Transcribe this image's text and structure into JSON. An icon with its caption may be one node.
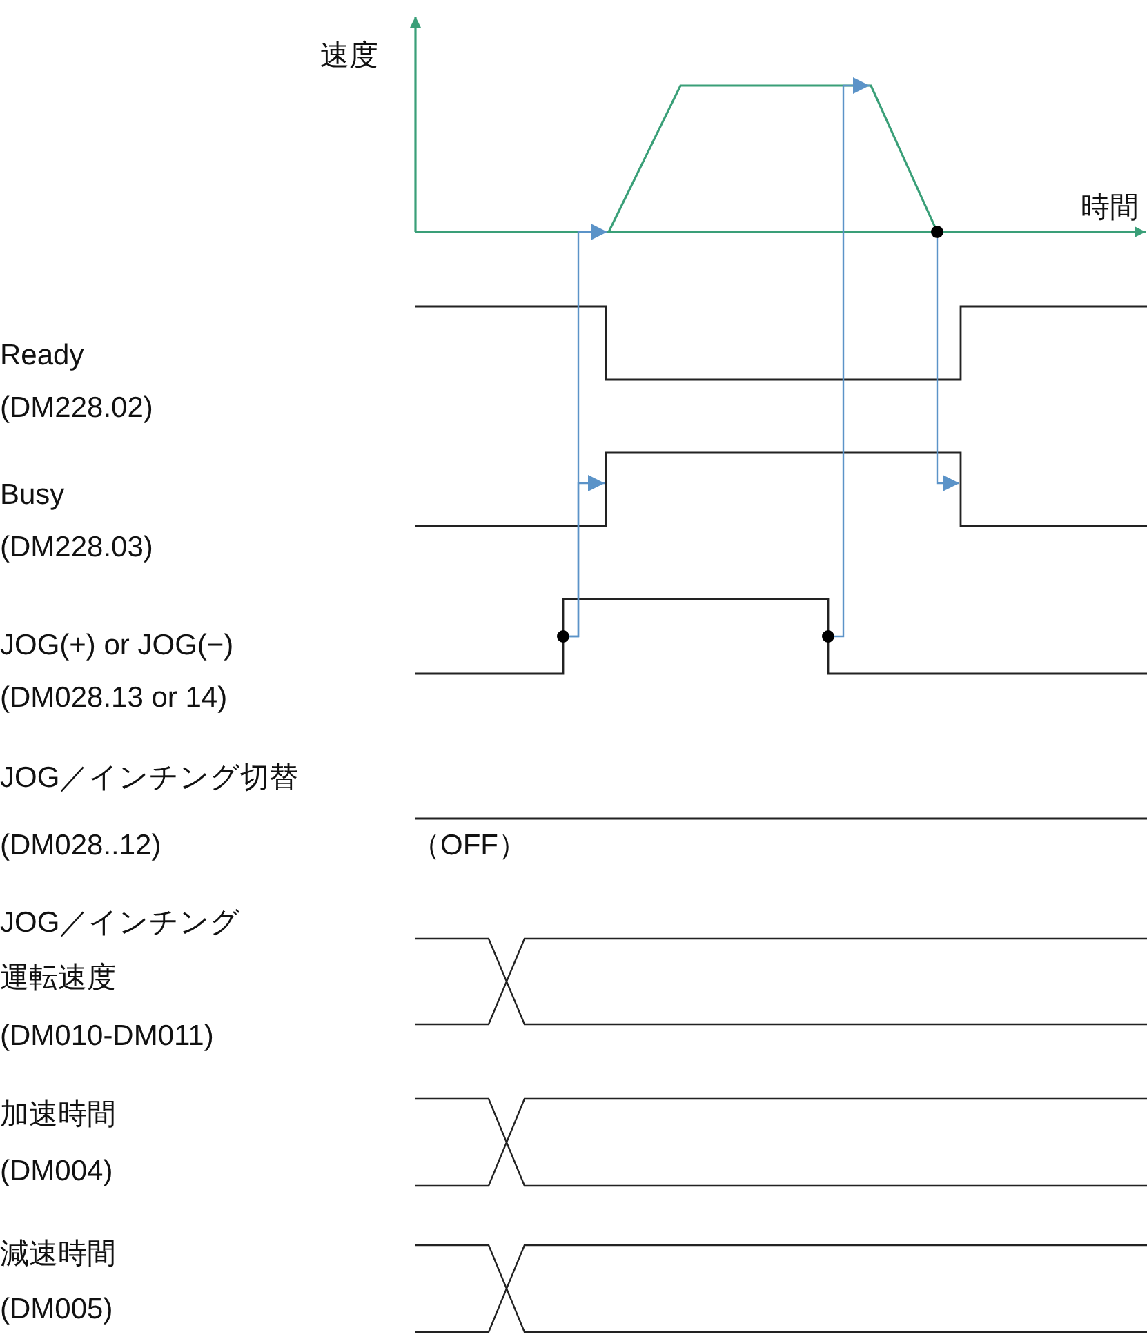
{
  "diagram": {
    "nodes": [
      {
        "text": [],
        "shape": "line"
      },
      {
        "text": [],
        "shape": "circle"
      },
      {
        "text": [],
        "shape": "circle"
      },
      {
        "text": [],
        "shape": "circle"
      }
    ],
    "edges": [
      {
        "from": 1,
        "to": 0,
        "arrow": "to"
      },
      {
        "from": 1,
        "to": null,
        "arrow": "to"
      },
      {
        "from": 2,
        "to": 0,
        "arrow": "to"
      },
      {
        "from": 3,
        "to": null,
        "arrow": "to"
      }
    ],
    "labels": [
      "速度",
      "時間",
      "Ready",
      "(DM228.02)",
      "Busy",
      "(DM228.03)",
      "JOG(+) or JOG(−)",
      "(DM028.13 or 14)",
      "JOG／インチング切替",
      "(DM028..12)",
      "（OFF）",
      "JOG／インチング",
      "運転速度",
      "(DM010-DM011)",
      "加速時間",
      "(DM004)",
      "減速時間",
      "(DM005)"
    ]
  }
}
